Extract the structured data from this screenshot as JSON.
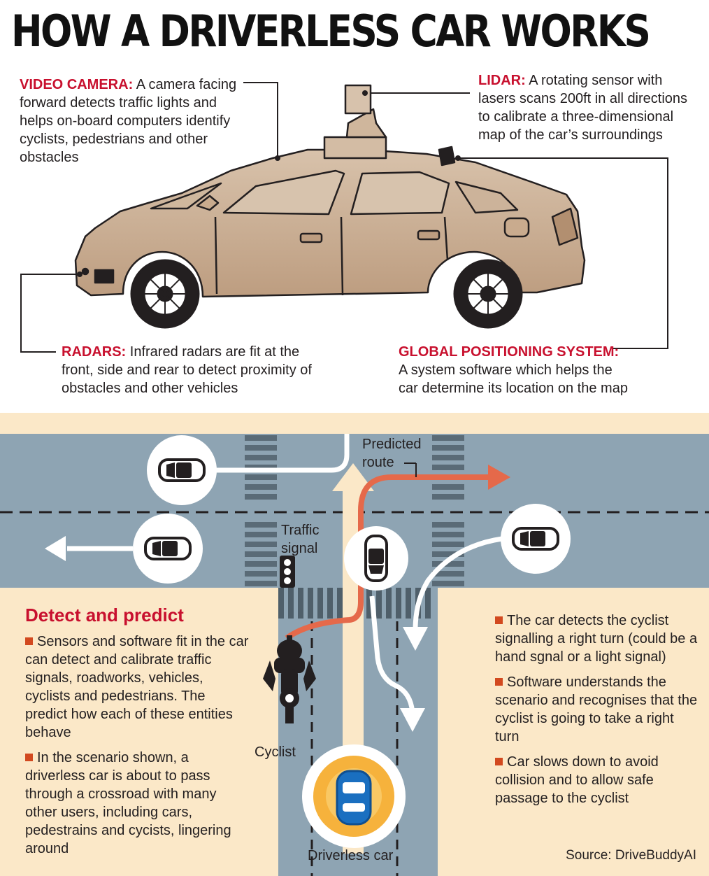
{
  "title": "HOW A DRIVERLESS CAR WORKS",
  "callouts": {
    "video_camera": {
      "heading": "VIDEO CAMERA:",
      "text": "A camera facing forward detects traffic lights and helps on-board computers identify cyclists, pedestrians and other obstacles"
    },
    "lidar": {
      "heading": "LIDAR:",
      "text": "A rotating sensor with lasers scans 200ft in all directions to calibrate a three-dimensional map of the car’s surroundings"
    },
    "radars": {
      "heading": "RADARS:",
      "text": "Infrared radars are fit at the front, side and rear to detect proximity of obstacles and other vehicles"
    },
    "gps": {
      "heading": "GLOBAL POSITIONING SYSTEM:",
      "text": "A system software which helps the car determine its location on the map"
    }
  },
  "map_labels": {
    "predicted_route": "Predicted route",
    "traffic_signal": "Traffic signal",
    "cyclist": "Cyclist",
    "driverless_car": "Driverless car"
  },
  "detect_predict": {
    "title": "Detect and predict",
    "left": [
      "Sensors and software fit in the car can detect and calibrate traffic signals, roadworks, vehicles, cyclists and pedestrians. The predict how each of these entities behave",
      "In the scenario shown, a driverless car is about to pass through a crossroad with many other users, including cars, pedestrains and cycists, lingering around"
    ],
    "right": [
      "The car detects the cyclist signalling a right turn (could be a hand sgnal or a light signal)",
      "Software understands the scenario and recognises that the cyclist is going to take a right turn",
      "Car slows down to avoid collision and to allow safe passage to the cyclist"
    ]
  },
  "source": "Source: DriveBuddyAI",
  "colors": {
    "accent_red": "#c8102e",
    "route": "#e5694a",
    "road": "#8ea4b3",
    "sand": "#fbe8c8",
    "car_body": "#c9ab8e",
    "ego_car": "#1a6fc0",
    "halo": "#f6b23c"
  }
}
